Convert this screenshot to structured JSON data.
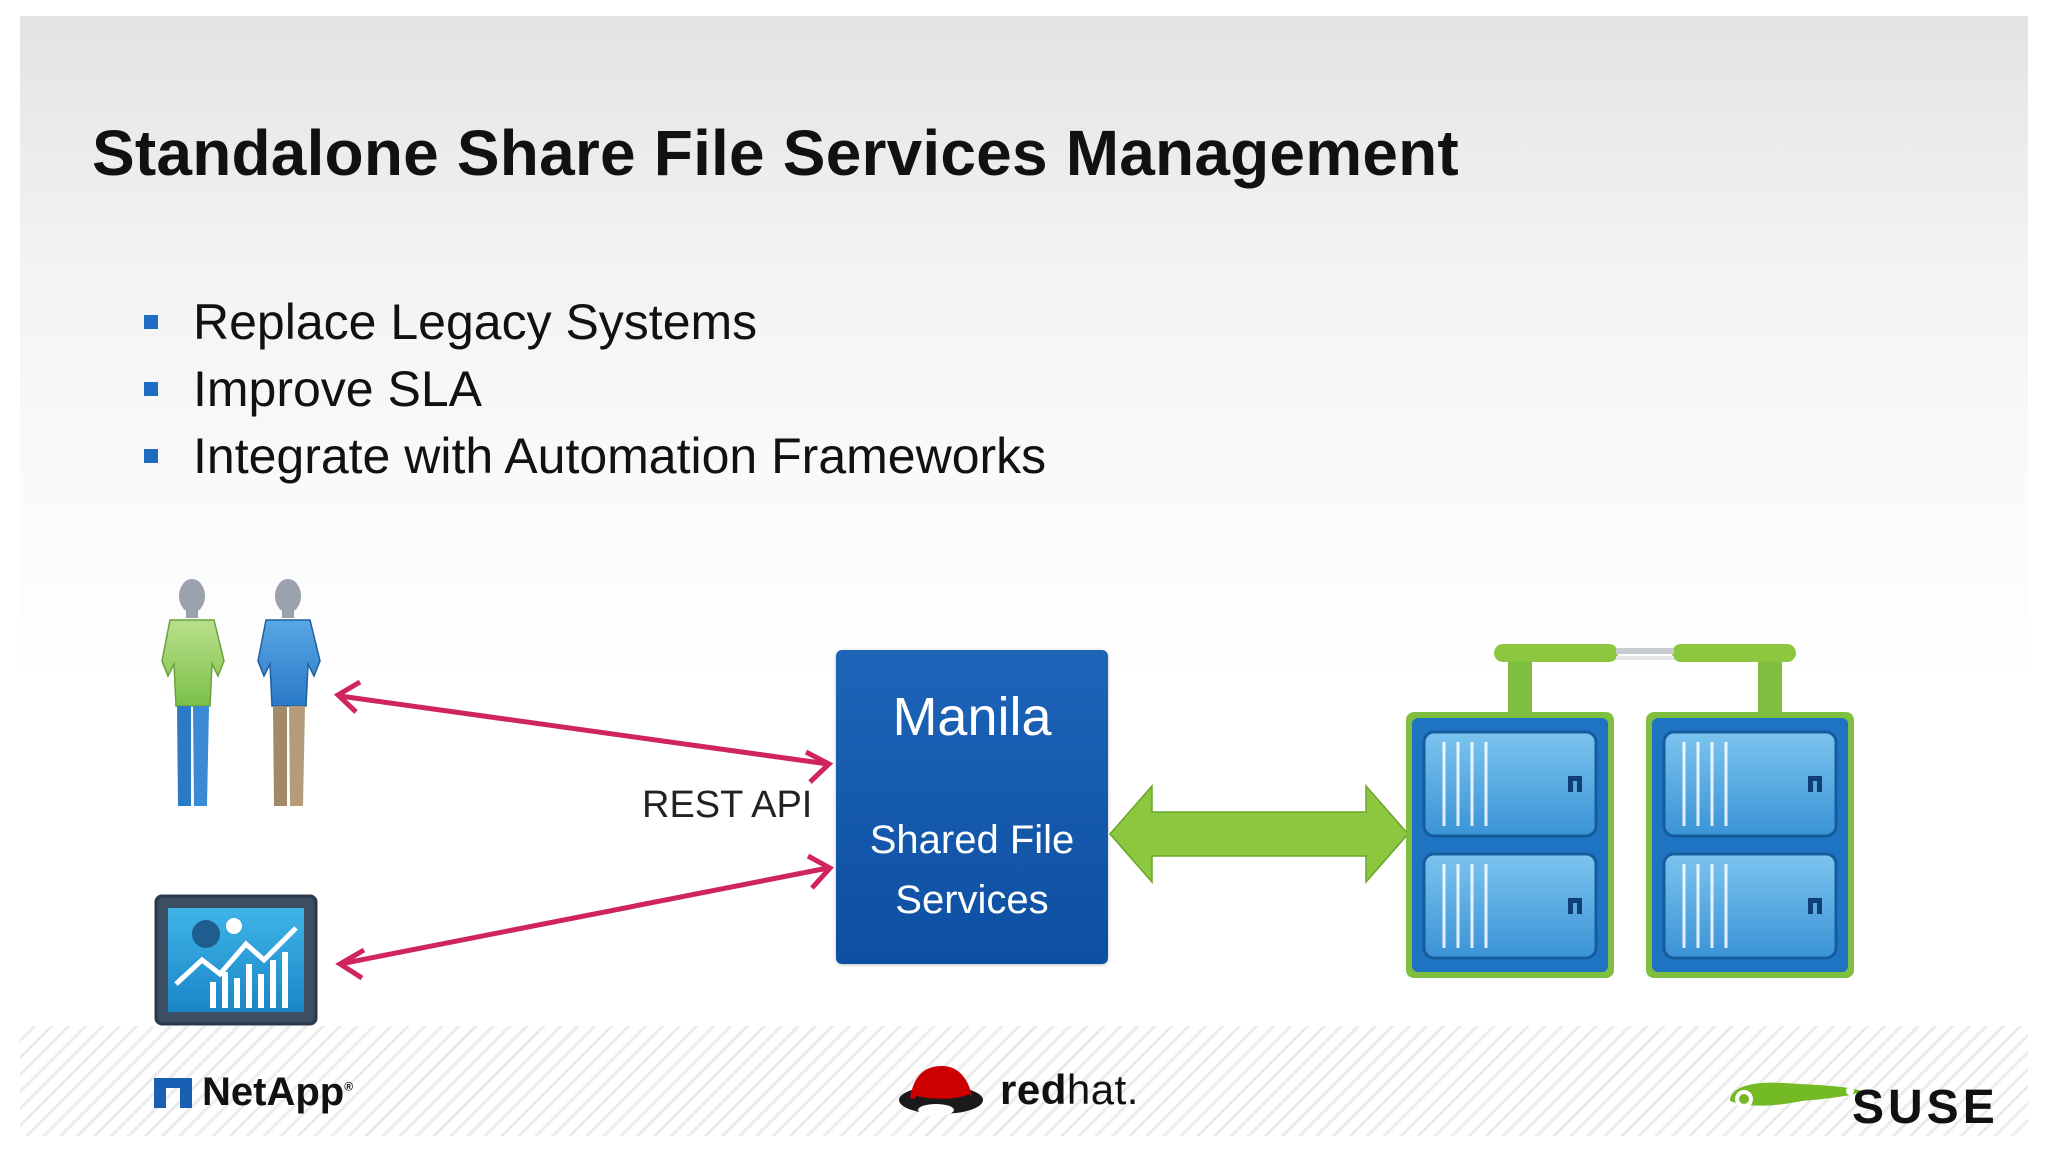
{
  "slide": {
    "title": "Standalone Share File Services Management",
    "bullets": [
      {
        "text": "Replace Legacy Systems"
      },
      {
        "text": "Improve SLA"
      },
      {
        "text": "Integrate with Automation Frameworks"
      }
    ]
  },
  "diagram": {
    "manila": {
      "title": "Manila",
      "subtitle_line1": "Shared File",
      "subtitle_line2": "Services"
    },
    "rest_api_label": "REST API",
    "icons": [
      "users-icon",
      "automation-dashboard-icon",
      "storage-cluster-icon"
    ]
  },
  "footer": {
    "logos": {
      "netapp": "NetApp",
      "netapp_reg": "®",
      "redhat_bold": "red",
      "redhat_light": "hat.",
      "suse": "SUSE"
    }
  },
  "colors": {
    "bullet": "#1f6cc3",
    "manila_box": "#1560b3",
    "arrow_red": "#d0245e",
    "arrow_green": "#8dc63f",
    "storage_blue": "#1e74c2",
    "storage_green": "#7fbf3f"
  }
}
